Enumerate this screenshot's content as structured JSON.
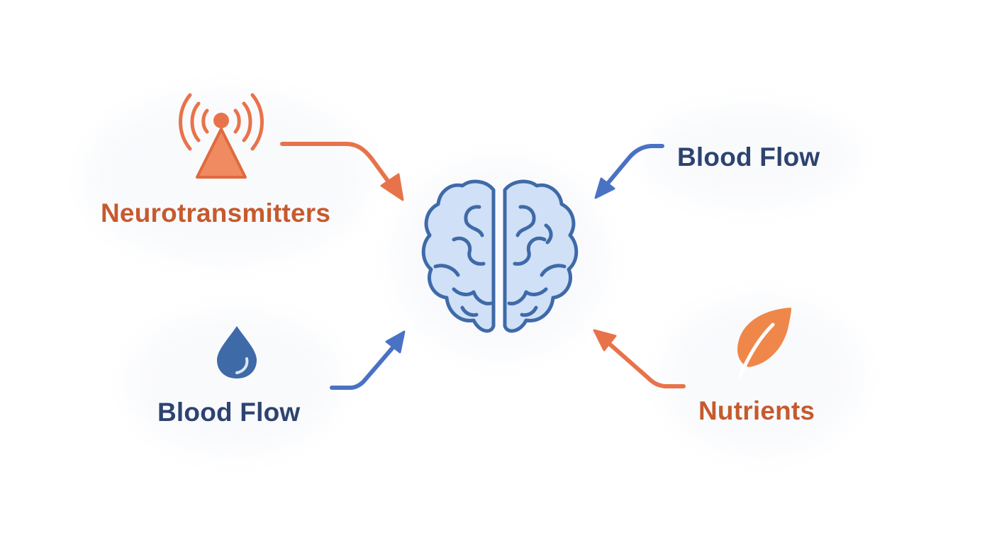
{
  "diagram": {
    "center": {
      "icon": "brain-icon"
    },
    "nodes": [
      {
        "id": "neurotransmitters",
        "label": "Neurotransmitters",
        "icon": "signal-tower-icon",
        "color": "#e8734a"
      },
      {
        "id": "blood_flow_top",
        "label": "Blood Flow",
        "icon": "none",
        "color": "#4a72c4"
      },
      {
        "id": "blood_flow_bottom",
        "label": "Blood Flow",
        "icon": "water-drop-icon",
        "color": "#3f6aa8"
      },
      {
        "id": "nutrients",
        "label": "Nutrients",
        "icon": "leaf-icon",
        "color": "#f0874a"
      }
    ],
    "colors": {
      "orange": "#e8734a",
      "blue": "#4a72c4",
      "brain_fill": "#cfe0f7",
      "brain_stroke": "#3f6aa8",
      "orange_text": "#c65a2e",
      "navy_text": "#2d4370"
    }
  }
}
